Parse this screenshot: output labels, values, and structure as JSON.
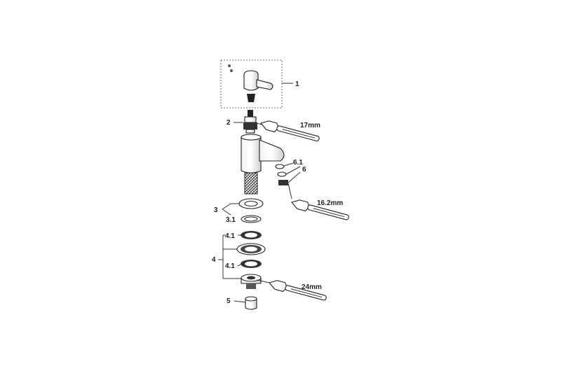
{
  "labels": {
    "p1": "1",
    "p2": "2",
    "p3": "3",
    "p3_1": "3.1",
    "p4": "4",
    "p4_1a": "4.1",
    "p4_1b": "4.1",
    "p5": "5",
    "p6": "6",
    "p6_1": "6.1"
  },
  "wrench_sizes": {
    "w1": "17mm",
    "w2": "16.2mm",
    "w3": "24mm"
  }
}
